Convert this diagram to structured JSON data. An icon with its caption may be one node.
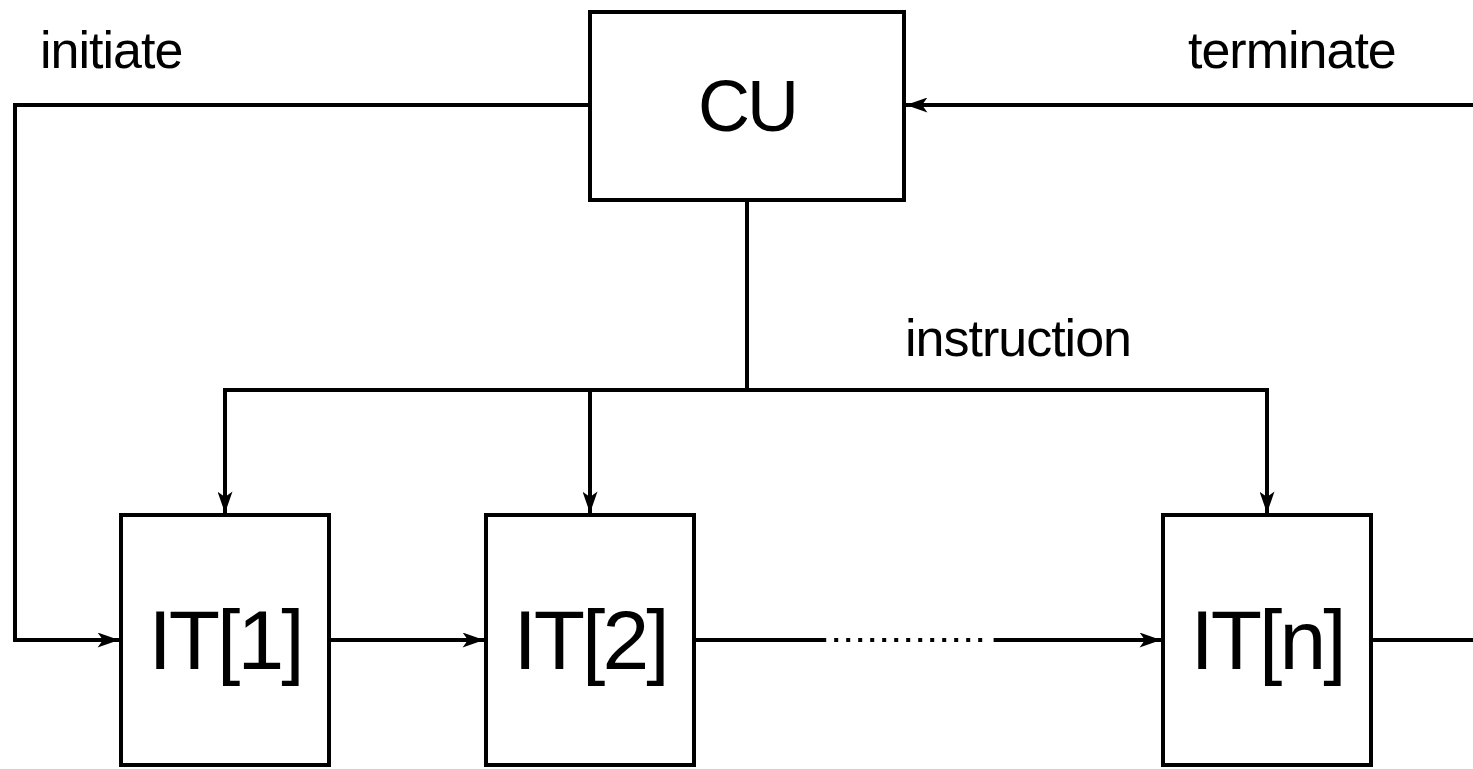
{
  "diagram": {
    "nodes": [
      {
        "text": [
          "CU"
        ]
      },
      {
        "text": [
          "IT[1]"
        ]
      },
      {
        "text": [
          "IT[2]"
        ]
      },
      {
        "text": [
          "IT[n]"
        ]
      }
    ],
    "edges": [
      {
        "from": 0,
        "to": 1,
        "arrow": "to",
        "label": "initiate"
      },
      {
        "from": null,
        "to": 0,
        "arrow": "to",
        "label": "terminate"
      },
      {
        "from": 0,
        "to": 1,
        "arrow": "to"
      },
      {
        "from": 0,
        "to": 2,
        "arrow": "to"
      },
      {
        "from": 0,
        "to": 3,
        "arrow": "to",
        "label": "instruction"
      },
      {
        "from": 1,
        "to": 2,
        "arrow": "to"
      },
      {
        "from": 2,
        "to": 3,
        "arrow": "to",
        "style": "dashed"
      },
      {
        "from": 3,
        "to": null,
        "arrow": "none"
      }
    ]
  }
}
